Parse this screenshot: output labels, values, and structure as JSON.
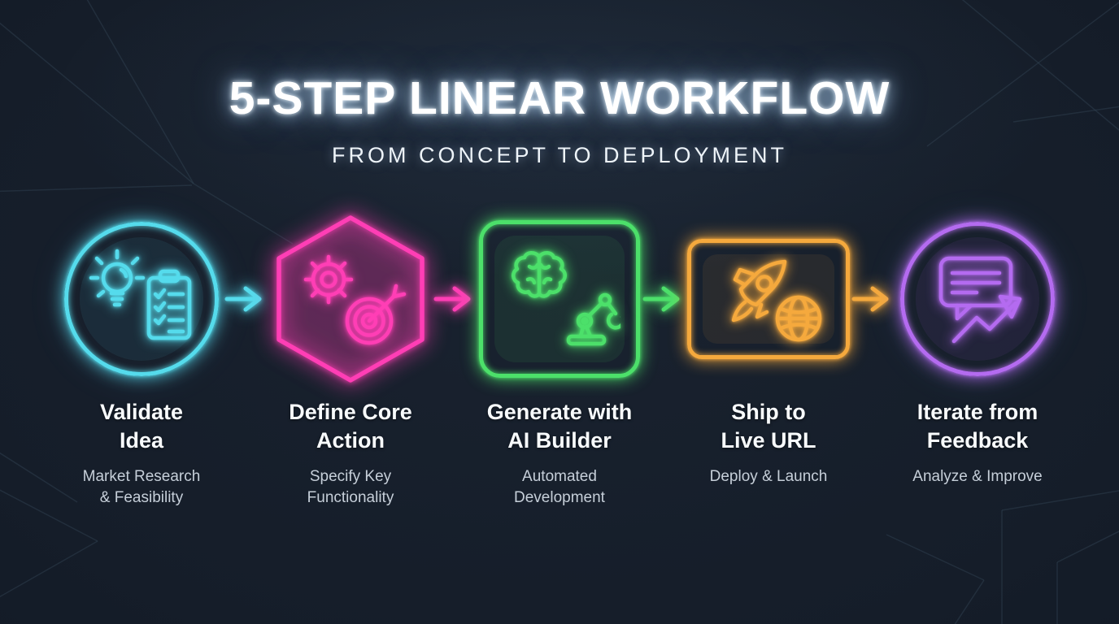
{
  "title": "5-STEP LINEAR WORKFLOW",
  "subtitle": "FROM CONCEPT TO DEPLOYMENT",
  "colors": {
    "background": "#151d29",
    "title_glow": "#bfe2ff",
    "text_primary": "#f8fbfd",
    "text_secondary": "#c6cfd9"
  },
  "steps": [
    {
      "shape": "circle",
      "color": "#55dbec",
      "icons": [
        "lightbulb-icon",
        "checklist-clipboard-icon"
      ],
      "title": "Validate\nIdea",
      "subtitle": "Market Research\n& Feasibility"
    },
    {
      "shape": "hexagon",
      "color": "#ff3eb5",
      "icons": [
        "gear-icon",
        "target-icon"
      ],
      "title": "Define Core\nAction",
      "subtitle": "Specify Key\nFunctionality"
    },
    {
      "shape": "rounded-square",
      "color": "#4ce06a",
      "icons": [
        "brain-icon",
        "robot-arm-icon"
      ],
      "title": "Generate with\nAI Builder",
      "subtitle": "Automated\nDevelopment"
    },
    {
      "shape": "rounded-rectangle",
      "color": "#f5a93d",
      "icons": [
        "rocket-icon",
        "globe-icon"
      ],
      "title": "Ship to\nLive URL",
      "subtitle": "Deploy & Launch"
    },
    {
      "shape": "circle",
      "color": "#b46bf0",
      "icons": [
        "chat-bubble-icon",
        "growth-arrow-icon"
      ],
      "title": "Iterate from\nFeedback",
      "subtitle": "Analyze & Improve"
    }
  ],
  "arrows": [
    {
      "from": 1,
      "to": 2,
      "color": "#55dbec"
    },
    {
      "from": 2,
      "to": 3,
      "color": "#ff3eb5"
    },
    {
      "from": 3,
      "to": 4,
      "color": "#4ce06a"
    },
    {
      "from": 4,
      "to": 5,
      "color": "#f5a93d"
    }
  ]
}
